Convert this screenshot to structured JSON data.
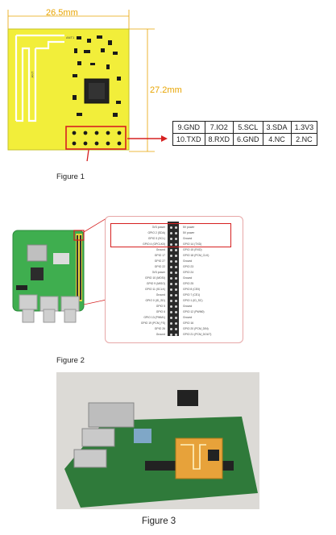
{
  "module": {
    "width_label": "26.5mm",
    "height_label": "27.2mm",
    "ant_labels": [
      "ANT1",
      "ANT"
    ]
  },
  "pin_table": {
    "rows": [
      [
        "9.GND",
        "7.IO2",
        "5.SCL",
        "3.SDA",
        "1.3V3"
      ],
      [
        "10.TXD",
        "8.RXD",
        "6.GND",
        "4.NC",
        "2.NC"
      ]
    ]
  },
  "figure_labels": {
    "fig1": "Figure 1",
    "fig2": "Figure 2",
    "fig3": "Figure 3"
  },
  "gpio": {
    "left": [
      "3V3 power",
      "GPIO 2 (SDA)",
      "GPIO 3 (SCL)",
      "GPIO 4 (GPCLK0)",
      "Ground",
      "GPIO 17",
      "GPIO 27",
      "GPIO 22",
      "3V3 power",
      "GPIO 10 (MOSI)",
      "GPIO 9 (MISO)",
      "GPIO 11 (SCLK)",
      "Ground",
      "GPIO 0 (ID_SD)",
      "GPIO 5",
      "GPIO 6",
      "GPIO 13 (PWM1)",
      "GPIO 19 (PCM_FS)",
      "GPIO 26",
      "Ground"
    ],
    "right": [
      "5V power",
      "5V power",
      "Ground",
      "GPIO 14 (TXD)",
      "GPIO 15 (RXD)",
      "GPIO 18 (PCM_CLK)",
      "Ground",
      "GPIO 23",
      "GPIO 24",
      "Ground",
      "GPIO 25",
      "GPIO 8 (CE0)",
      "GPIO 7 (CE1)",
      "GPIO 1 (ID_SC)",
      "Ground",
      "GPIO 12 (PWM0)",
      "Ground",
      "GPIO 16",
      "GPIO 20 (PCM_DIN)",
      "GPIO 21 (PCM_DOUT)"
    ]
  },
  "colors": {
    "pcb_yellow": "#f2ee3a",
    "dimension": "#e8a400",
    "highlight_red": "#d62020",
    "rpi_green": "#3fae4f"
  }
}
